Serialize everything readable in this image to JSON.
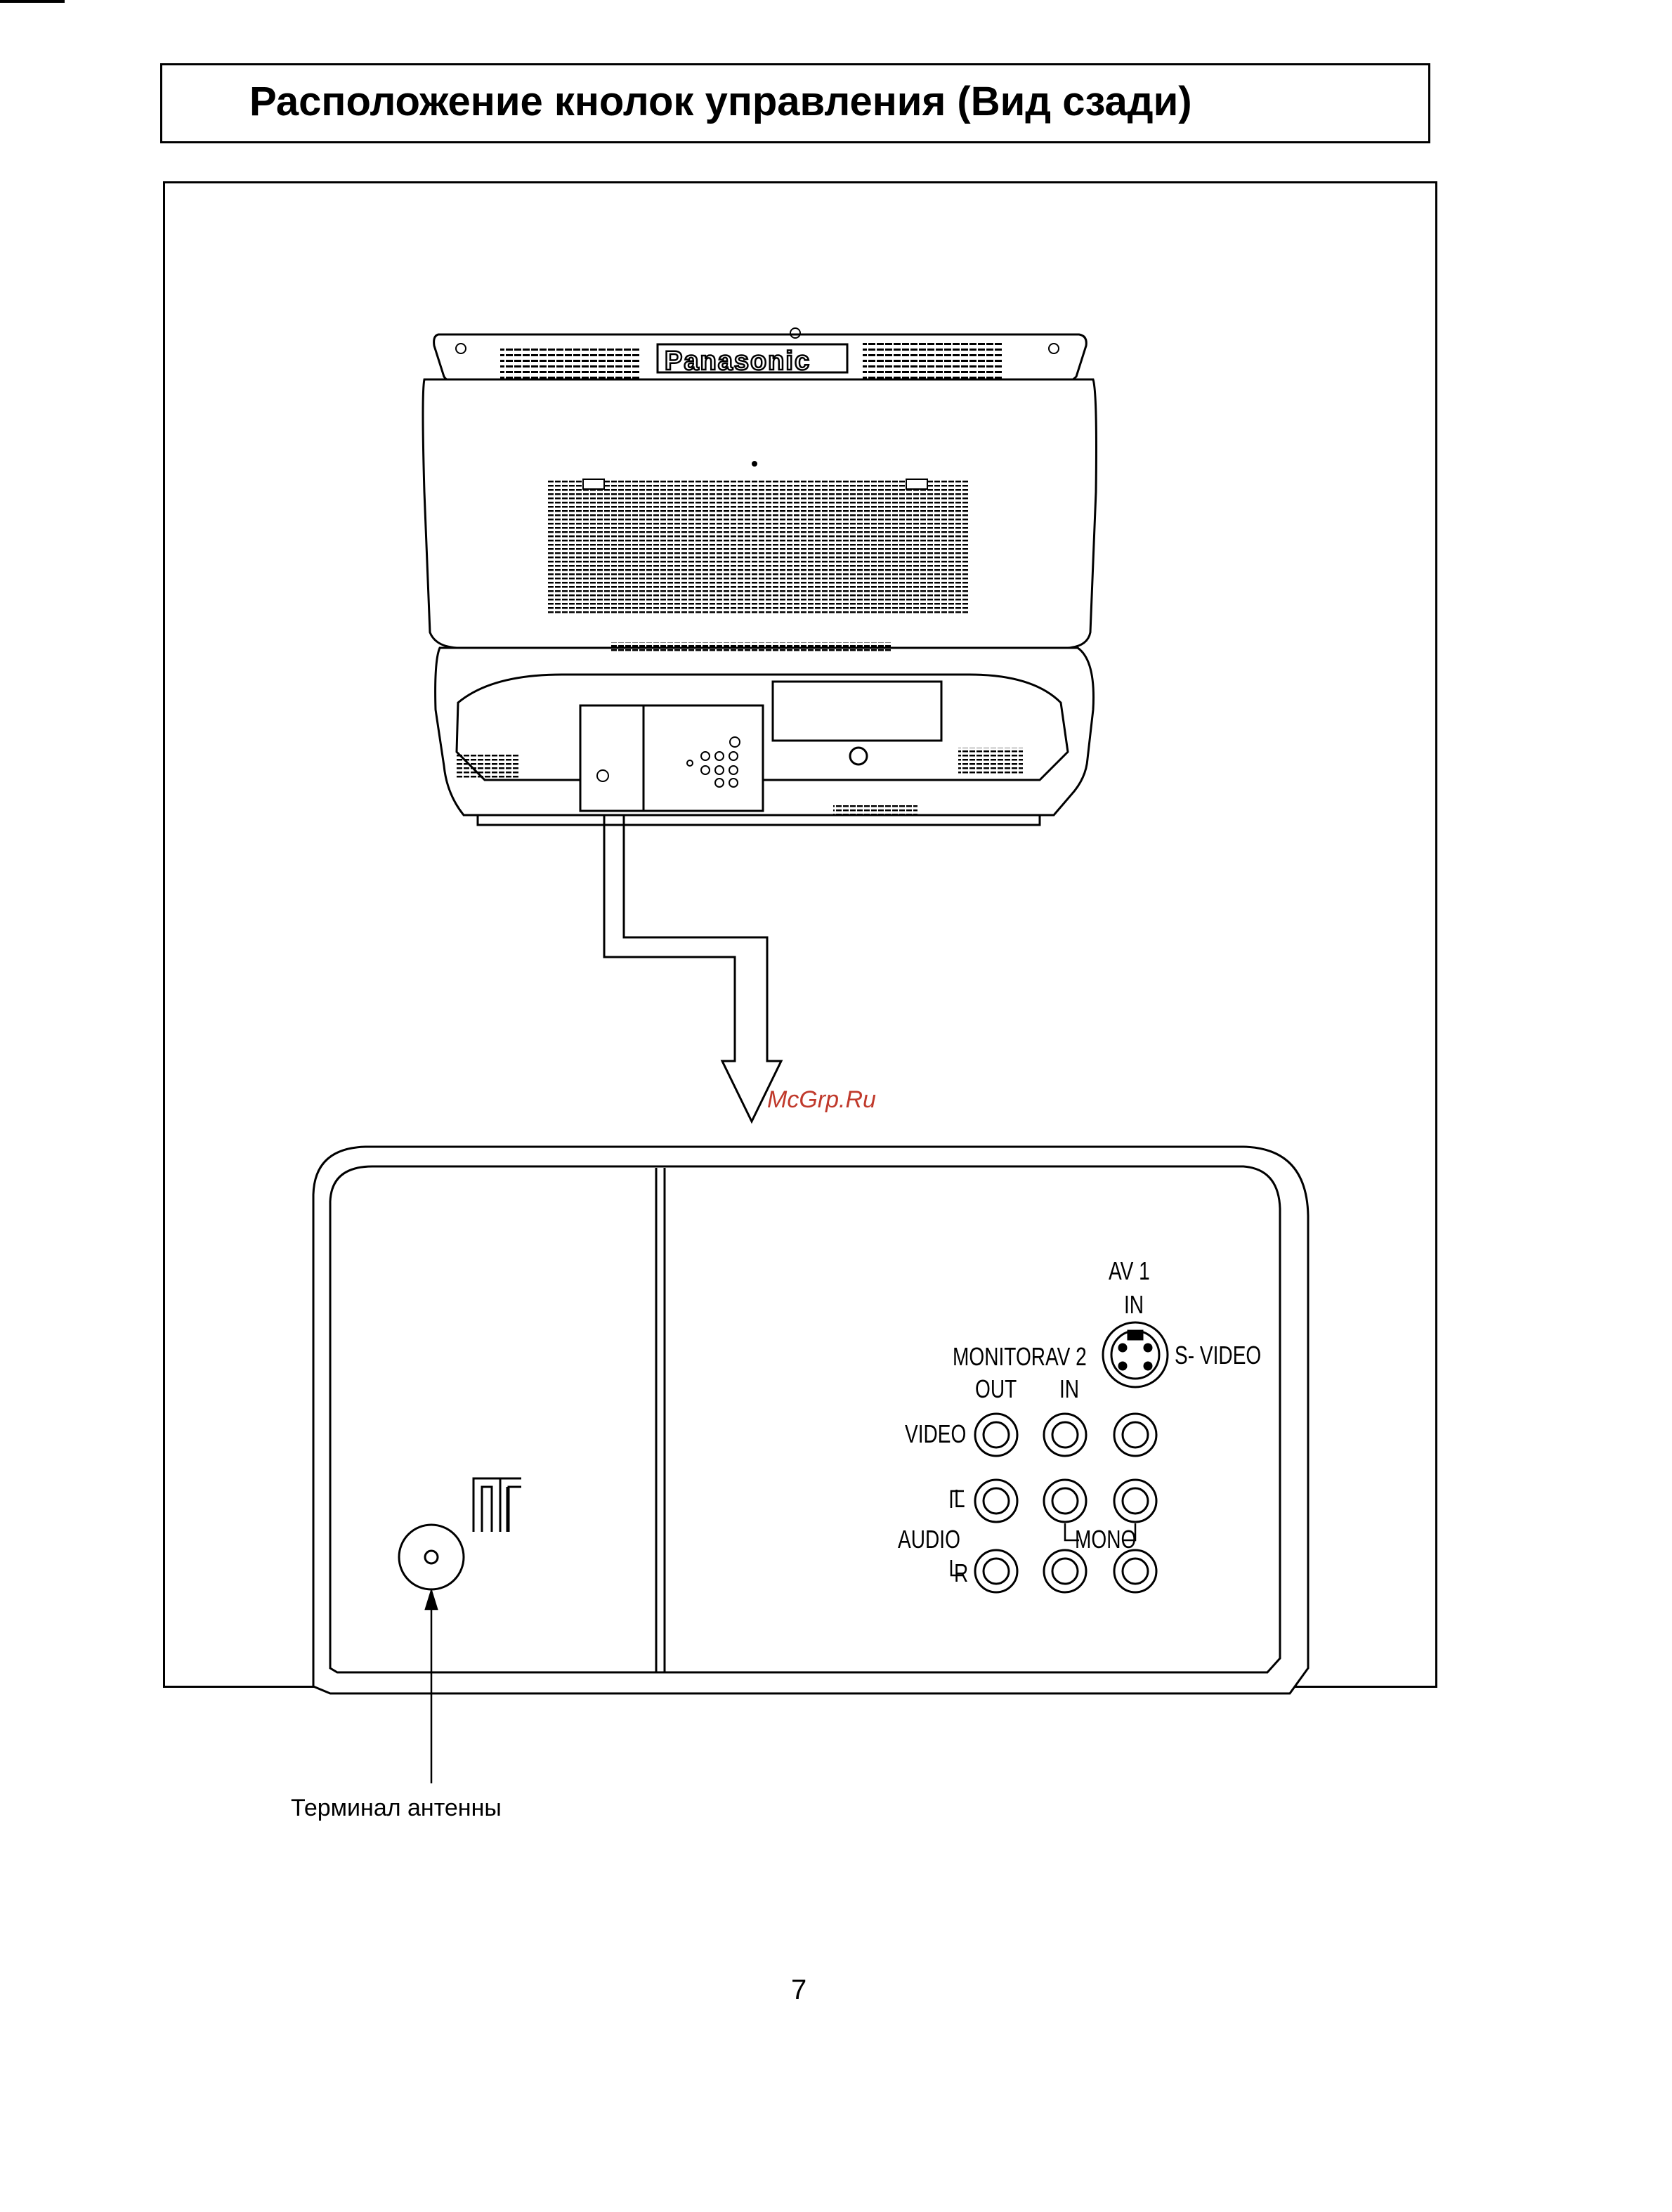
{
  "page": {
    "title": "Расположение кнолок управления (Вид сзади)",
    "page_number": "7",
    "watermark": "McGrp.Ru"
  },
  "tv_rear": {
    "brand": "Panasonic"
  },
  "panel": {
    "av1": "AV  1",
    "av1_in": "IN",
    "s_video": "S- VIDEO",
    "monitor": "MONITOR",
    "monitor_out": "OUT",
    "av2": "AV  2",
    "av2_in": "IN",
    "video": "VIDEO",
    "audio": "AUDIO",
    "left": "L",
    "right": "R",
    "mono": "MONO"
  },
  "callout": {
    "antenna_terminal": "Терминал антенны"
  }
}
